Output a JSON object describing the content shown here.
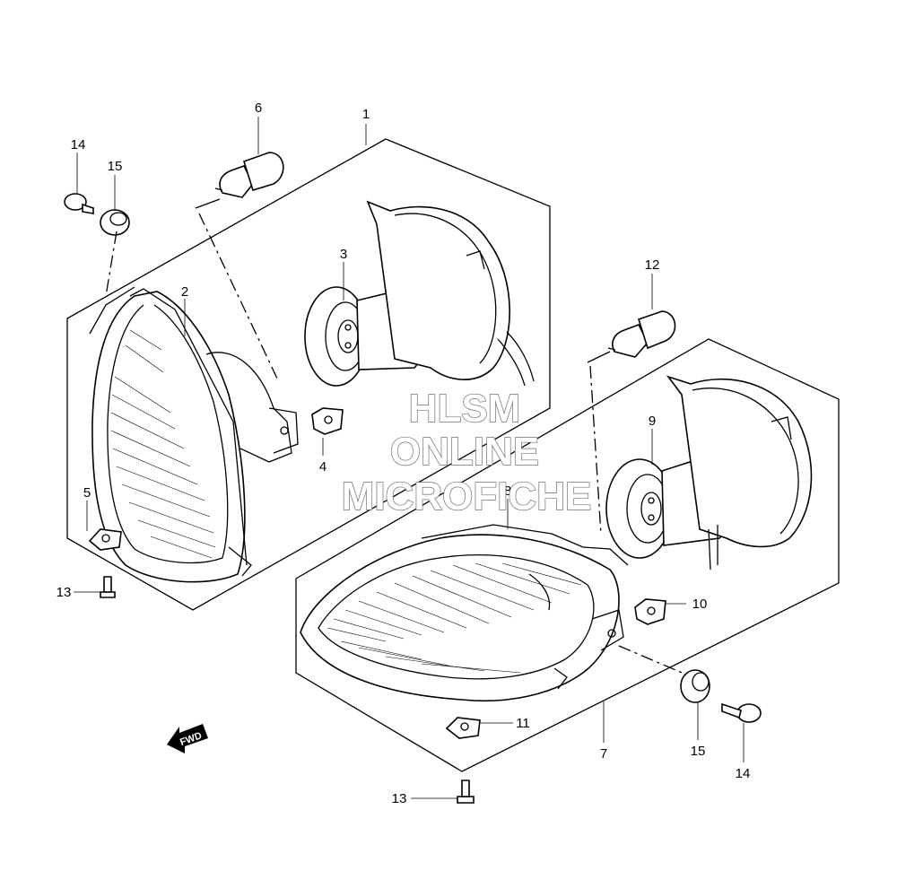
{
  "watermark": {
    "line1": "HLSM",
    "line2": "ONLINE",
    "line3": "MICROFICHE"
  },
  "direction_arrow": {
    "label": "FWD",
    "icon": "arrow-icon"
  },
  "callouts": {
    "c1": "1",
    "c2": "2",
    "c3": "3",
    "c4": "4",
    "c5": "5",
    "c6": "6",
    "c7": "7",
    "c8": "8",
    "c9": "9",
    "c10": "10",
    "c11": "11",
    "c12": "12",
    "c13a": "13",
    "c13b": "13",
    "c14a": "14",
    "c14b": "14",
    "c15a": "15",
    "c15b": "15"
  }
}
